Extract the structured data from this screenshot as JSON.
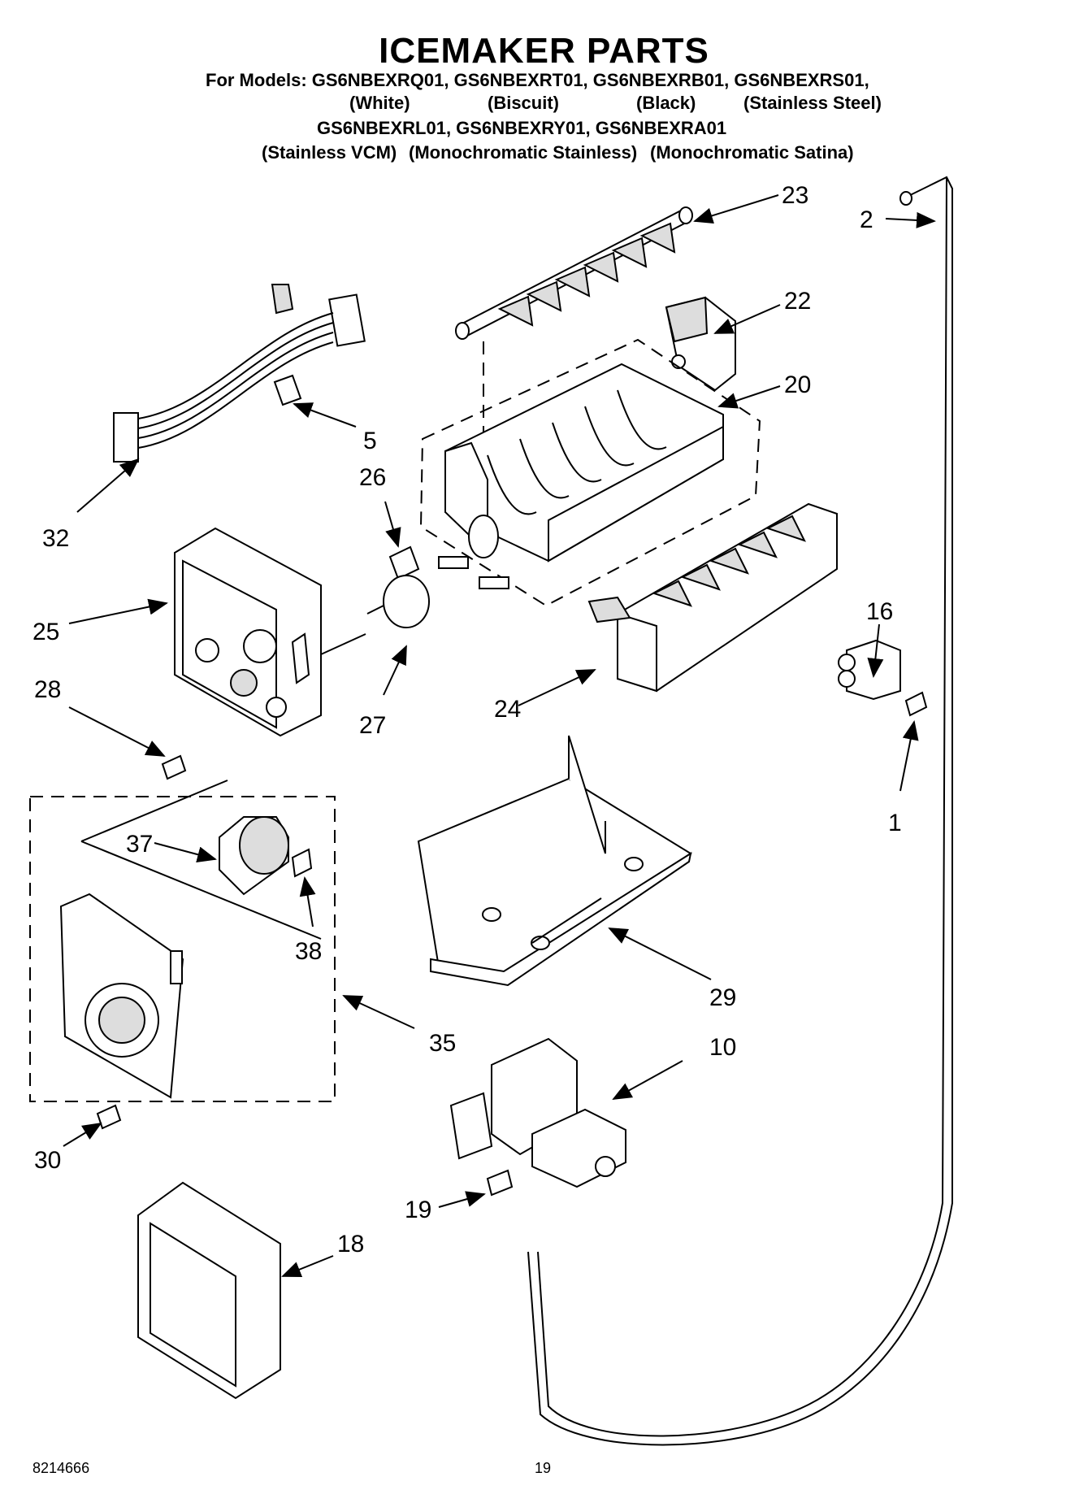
{
  "header": {
    "title": "ICEMAKER PARTS",
    "models_line1": "For Models: GS6NBEXRQ01, GS6NBEXRT01, GS6NBEXRB01, GS6NBEXRS01,",
    "variants_line1": [
      "(White)",
      "(Biscuit)",
      "(Black)",
      "(Stainless Steel)"
    ],
    "models_line2": "GS6NBEXRL01, GS6NBEXRY01, GS6NBEXRA01",
    "variants_line2": [
      "(Stainless VCM)",
      "(Monochromatic Stainless)",
      "(Monochromatic Satina)"
    ]
  },
  "callouts": {
    "c1": "1",
    "c2": "2",
    "c5": "5",
    "c10": "10",
    "c16": "16",
    "c18": "18",
    "c19": "19",
    "c20": "20",
    "c22": "22",
    "c23": "23",
    "c24": "24",
    "c25": "25",
    "c26": "26",
    "c27": "27",
    "c28": "28",
    "c29": "29",
    "c30": "30",
    "c32": "32",
    "c35": "35",
    "c37": "37",
    "c38": "38"
  },
  "footer": {
    "doc_number": "8214666",
    "page_number": "19"
  }
}
